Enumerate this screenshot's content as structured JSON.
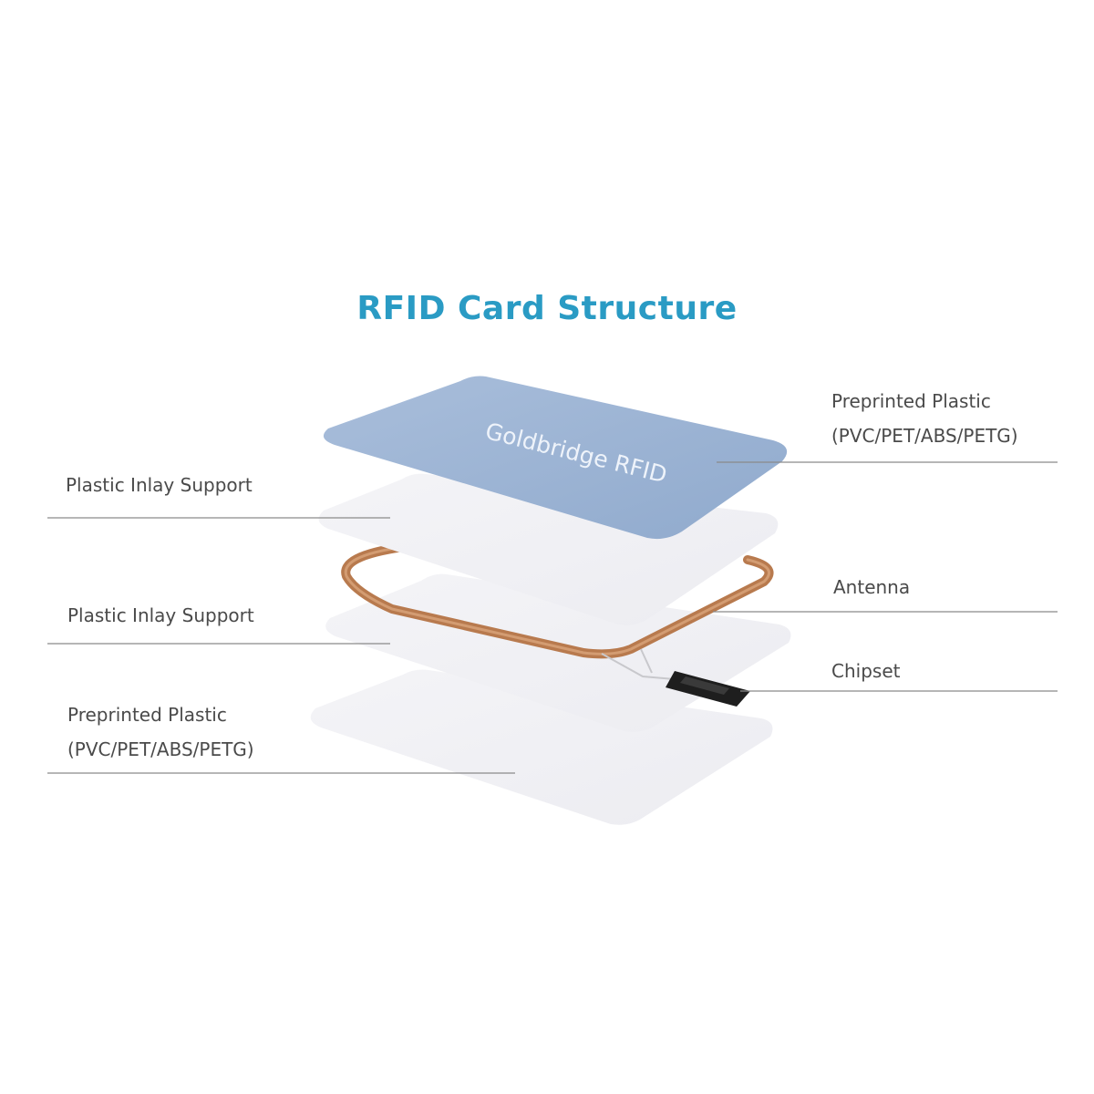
{
  "title": "RFID Card Structure",
  "card_brand": "Goldbridge RFID",
  "labels": {
    "top_right_layer": {
      "line1": "Preprinted Plastic",
      "line2": "(PVC/PET/ABS/PETG)"
    },
    "upper_left_inlay": "Plastic Inlay Support",
    "antenna": "Antenna",
    "lower_left_inlay": "Plastic Inlay Support",
    "chipset": "Chipset",
    "bottom_left_layer": {
      "line1": "Preprinted Plastic",
      "line2": "(PVC/PET/ABS/PETG)"
    }
  },
  "colors": {
    "title": "#2a9bc4",
    "top_card": "#9cb4d4",
    "inlay_layer": "#f1f1f4",
    "antenna_coil": "#b87a4e",
    "chip": "#1e1e1e",
    "leader_line": "#8a8a8a",
    "label_text": "#4a4a4a"
  }
}
